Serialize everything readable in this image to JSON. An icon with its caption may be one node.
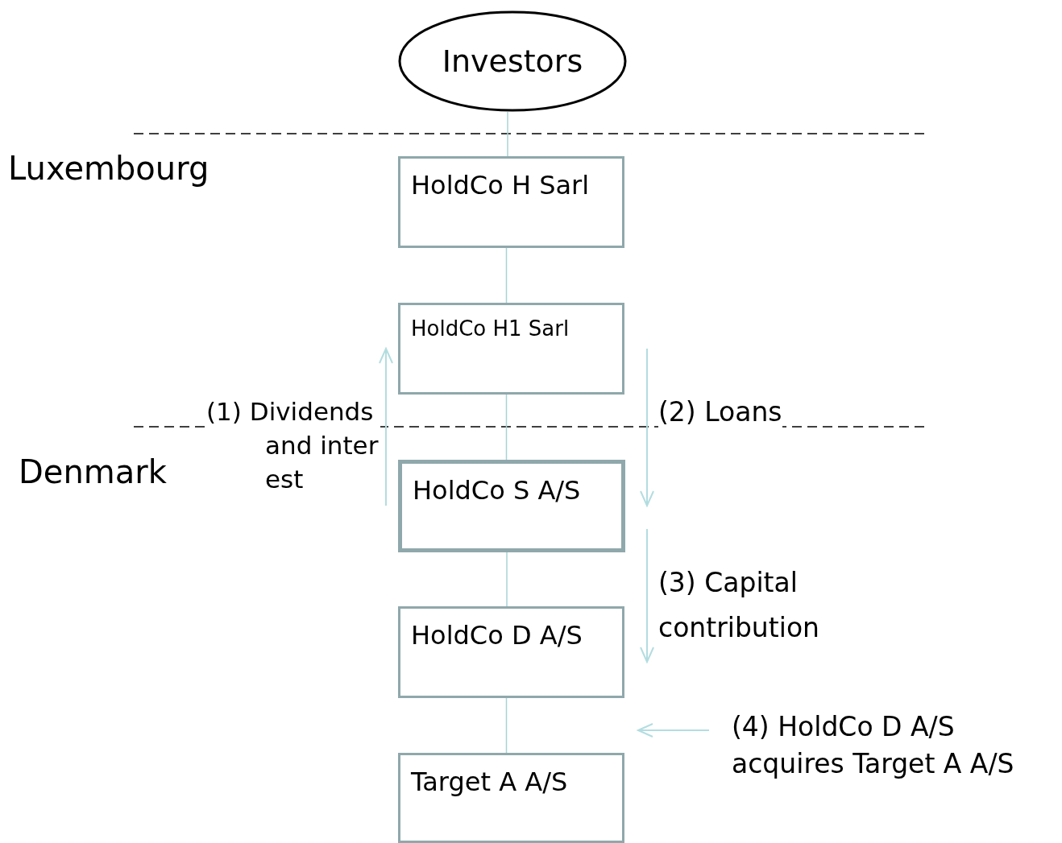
{
  "diagram": {
    "nodes": [
      {
        "text": [
          "Investors"
        ]
      },
      {
        "text": [
          "HoldCo H Sarl"
        ]
      },
      {
        "text": [
          "HoldCo H1 Sarl"
        ]
      },
      {
        "text": [
          "HoldCo S A/S"
        ]
      },
      {
        "text": [
          "HoldCo D A/S"
        ]
      },
      {
        "text": [
          "Target A  A/S"
        ]
      }
    ],
    "edges": [
      {
        "from": 0,
        "to": 1,
        "arrow": "none"
      },
      {
        "from": 1,
        "to": 2,
        "arrow": "none"
      },
      {
        "from": 2,
        "to": 3,
        "arrow": "none"
      },
      {
        "from": 3,
        "to": 4,
        "arrow": "none"
      },
      {
        "from": 4,
        "to": 5,
        "arrow": "none"
      }
    ],
    "labels": [
      "Luxembourg",
      "Denmark",
      "(1) Dividends and interest",
      "(2) Loans",
      "(3) Capital contribution",
      "(4) HoldCo D A/S acquires Target A A/S"
    ]
  }
}
